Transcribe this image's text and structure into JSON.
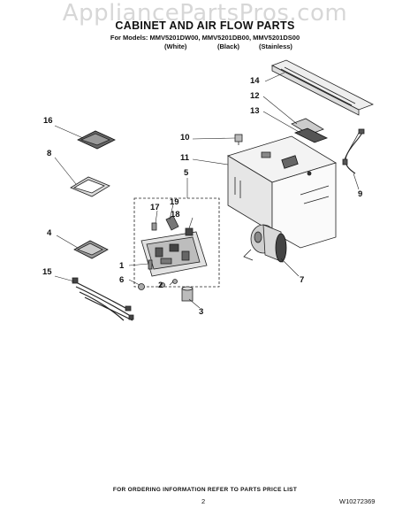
{
  "watermark": "AppliancePartsPros.com",
  "title": "CABINET AND AIR FLOW PARTS",
  "models_line": "For Models: MMV5201DW00, MMV5201DB00, MMV5201DS00",
  "variants": [
    "(White)",
    "(Black)",
    "(Stainless)"
  ],
  "callouts": [
    "14",
    "12",
    "13",
    "16",
    "10",
    "11",
    "8",
    "5",
    "9",
    "19",
    "17",
    "18",
    "4",
    "1",
    "15",
    "6",
    "2",
    "3",
    "7"
  ],
  "footer": "FOR ORDERING INFORMATION REFER TO PARTS PRICE LIST",
  "page_number": "2",
  "doc_id": "W10272369"
}
